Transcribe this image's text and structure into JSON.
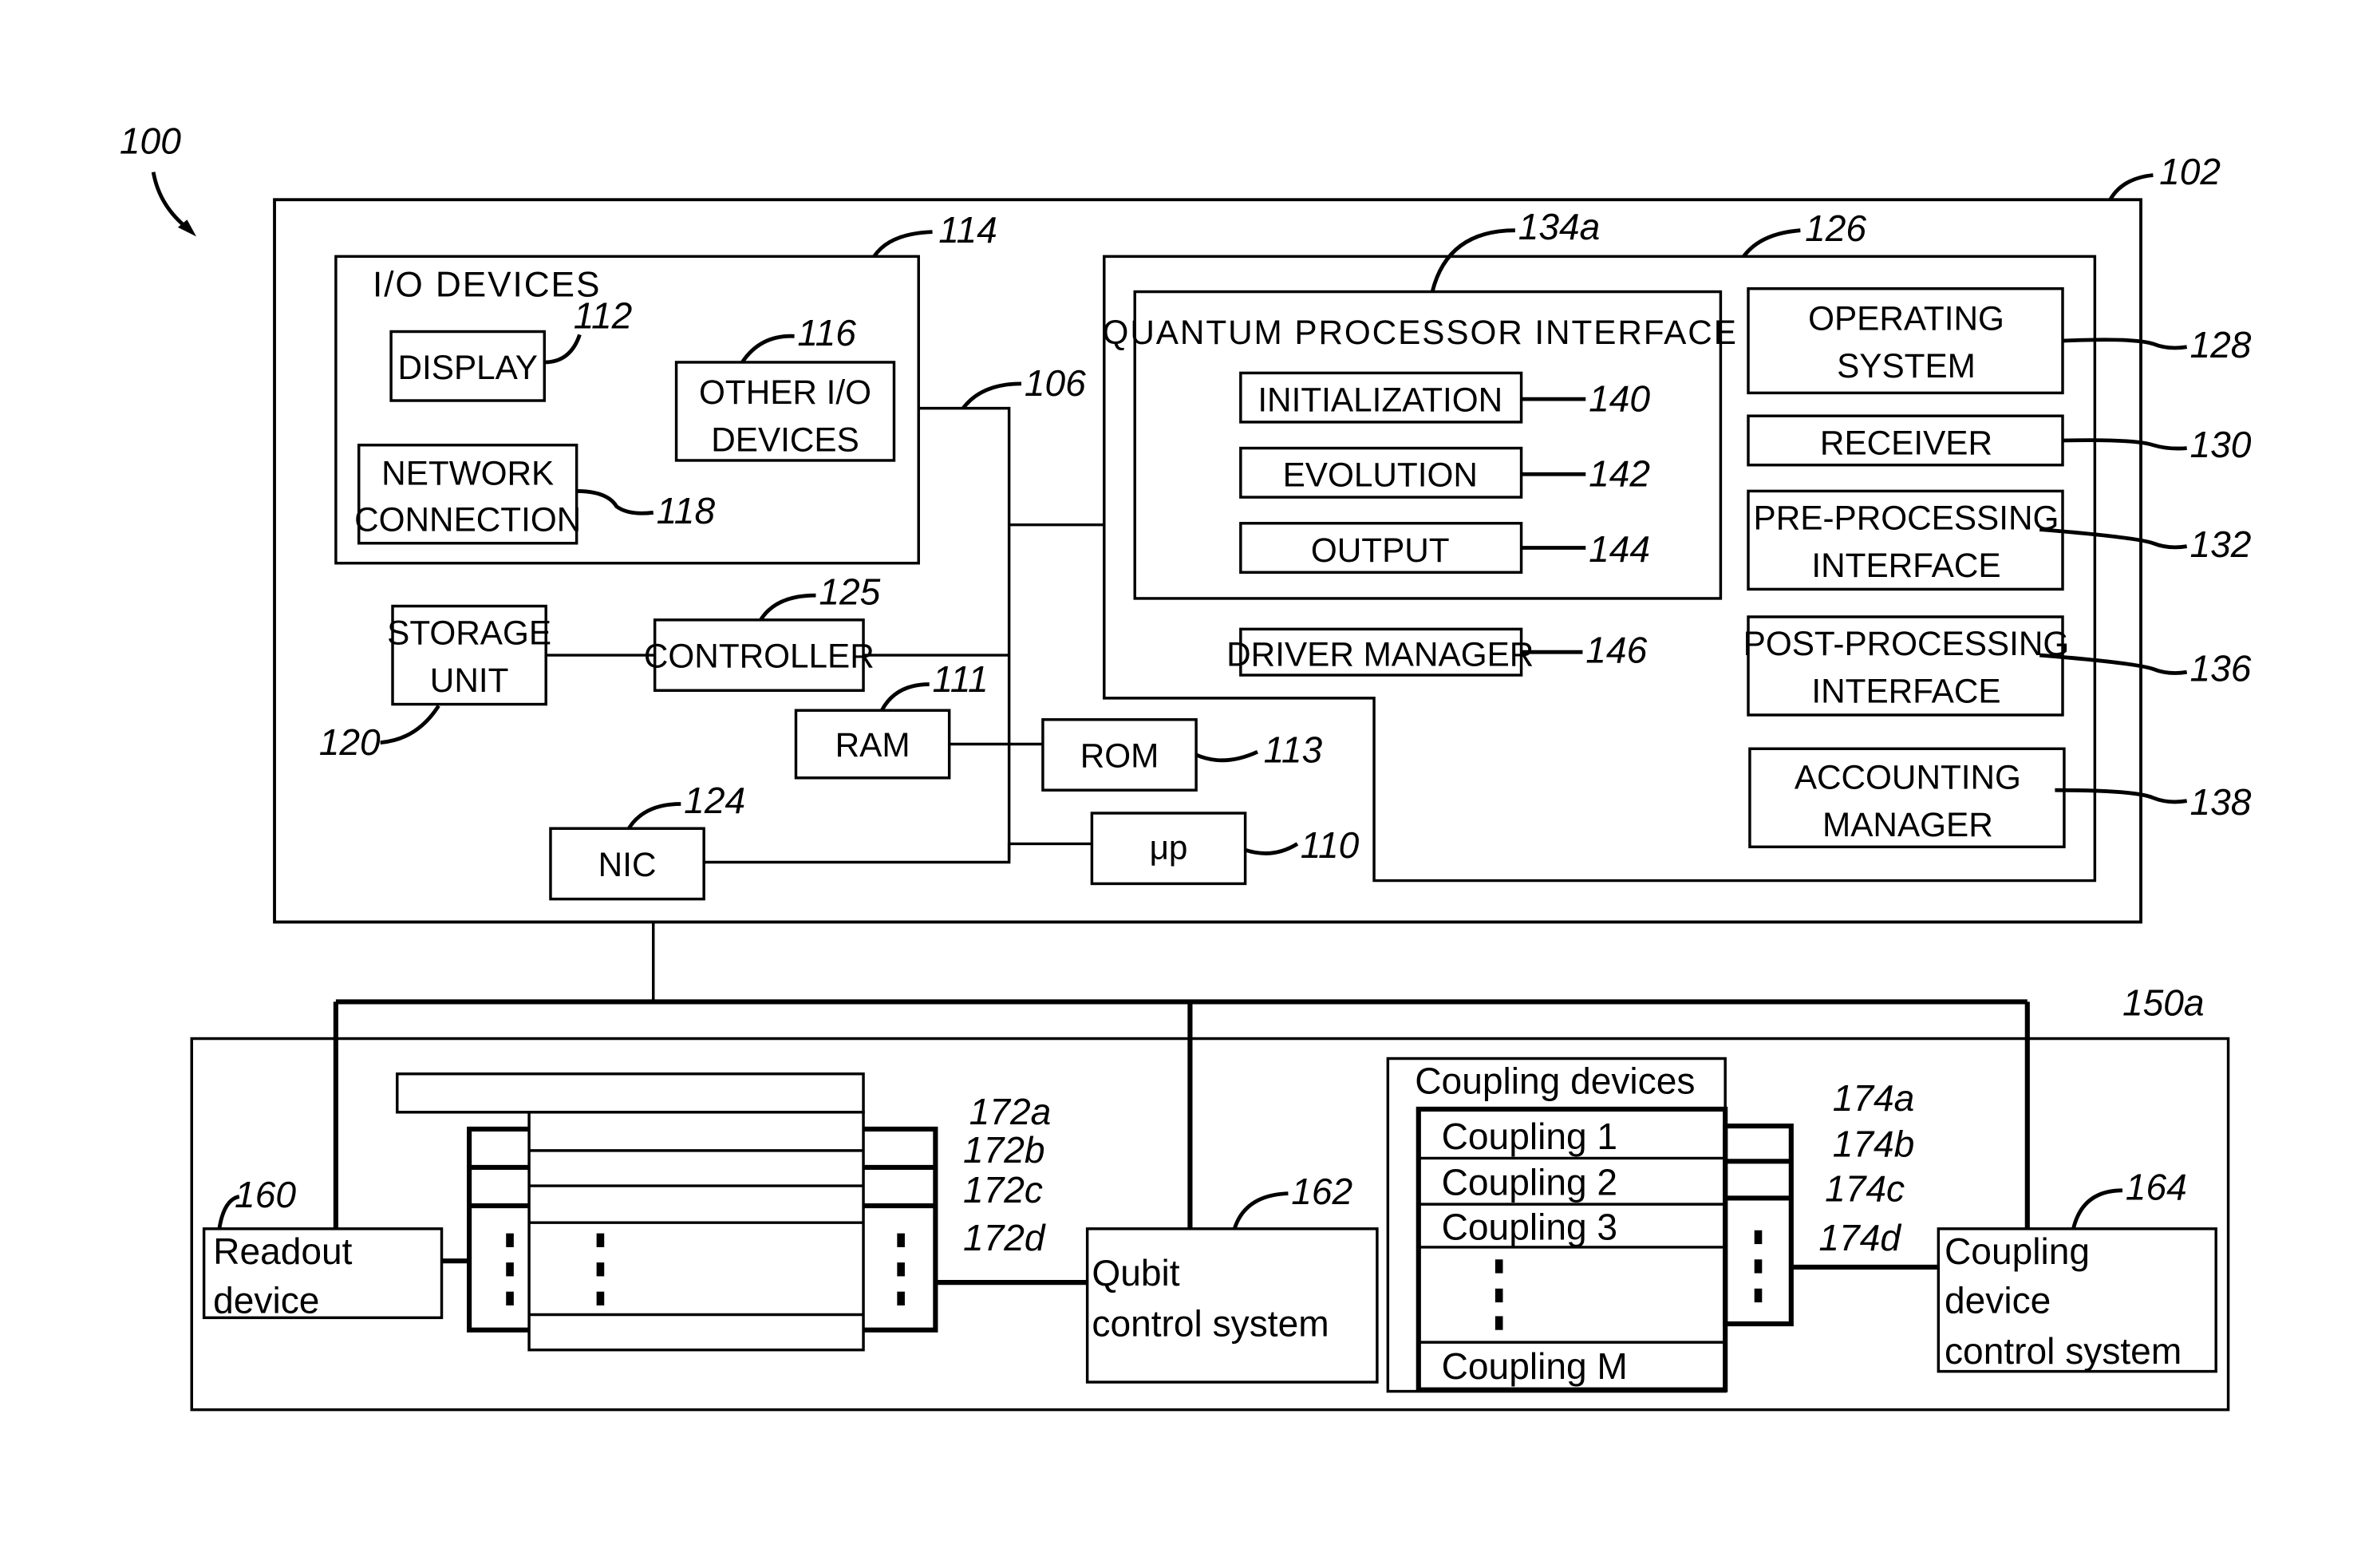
{
  "figure": {
    "ref_100": "100",
    "ref_102": "102",
    "ref_150a": "150a"
  },
  "io_devices": {
    "title": "I/O DEVICES",
    "ref": "114",
    "display": {
      "label": "DISPLAY",
      "ref": "112"
    },
    "other": {
      "line1": "OTHER I/O",
      "line2": "DEVICES",
      "ref": "116"
    },
    "network": {
      "line1": "NETWORK",
      "line2": "CONNECTION",
      "ref": "118"
    }
  },
  "bus_ref": "106",
  "storage": {
    "line1": "STORAGE",
    "line2": "UNIT",
    "ref": "120"
  },
  "controller": {
    "label": "CONTROLLER",
    "ref": "125"
  },
  "ram": {
    "label": "RAM",
    "ref": "111"
  },
  "rom": {
    "label": "ROM",
    "ref": "113"
  },
  "nic": {
    "label": "NIC",
    "ref": "124"
  },
  "up": {
    "label": "μp",
    "ref": "110"
  },
  "memory": {
    "ref": "126",
    "qpi": {
      "title": "QUANTUM PROCESSOR INTERFACE",
      "ref": "134a",
      "init": {
        "label": "INITIALIZATION",
        "ref": "140"
      },
      "evol": {
        "label": "EVOLUTION",
        "ref": "142"
      },
      "output": {
        "label": "OUTPUT",
        "ref": "144"
      }
    },
    "driver": {
      "label": "DRIVER MANAGER",
      "ref": "146"
    },
    "os": {
      "line1": "OPERATING",
      "line2": "SYSTEM",
      "ref": "128"
    },
    "receiver": {
      "label": "RECEIVER",
      "ref": "130"
    },
    "pre": {
      "line1": "PRE-PROCESSING",
      "line2": "INTERFACE",
      "ref": "132"
    },
    "post": {
      "line1": "POST-PROCESSING",
      "line2": "INTERFACE",
      "ref": "136"
    },
    "accounting": {
      "line1": "ACCOUNTING",
      "line2": "MANAGER",
      "ref": "138"
    }
  },
  "quantum": {
    "readout": {
      "line1": "Readout",
      "line2": "device",
      "ref": "160"
    },
    "qubit_ctrl": {
      "line1": "Qubit",
      "line2": "control system",
      "ref": "162"
    },
    "coupling_ctrl": {
      "line1": "Coupling",
      "line2": "device",
      "line3": "control system",
      "ref": "164"
    },
    "coupling_devices": {
      "title": "Coupling devices",
      "items": [
        "Coupling 1",
        "Coupling 2",
        "Coupling 3",
        "Coupling M"
      ]
    },
    "qubit_lines": [
      "172a",
      "172b",
      "172c",
      "172d"
    ],
    "coupling_lines": [
      "174a",
      "174b",
      "174c",
      "174d"
    ]
  }
}
